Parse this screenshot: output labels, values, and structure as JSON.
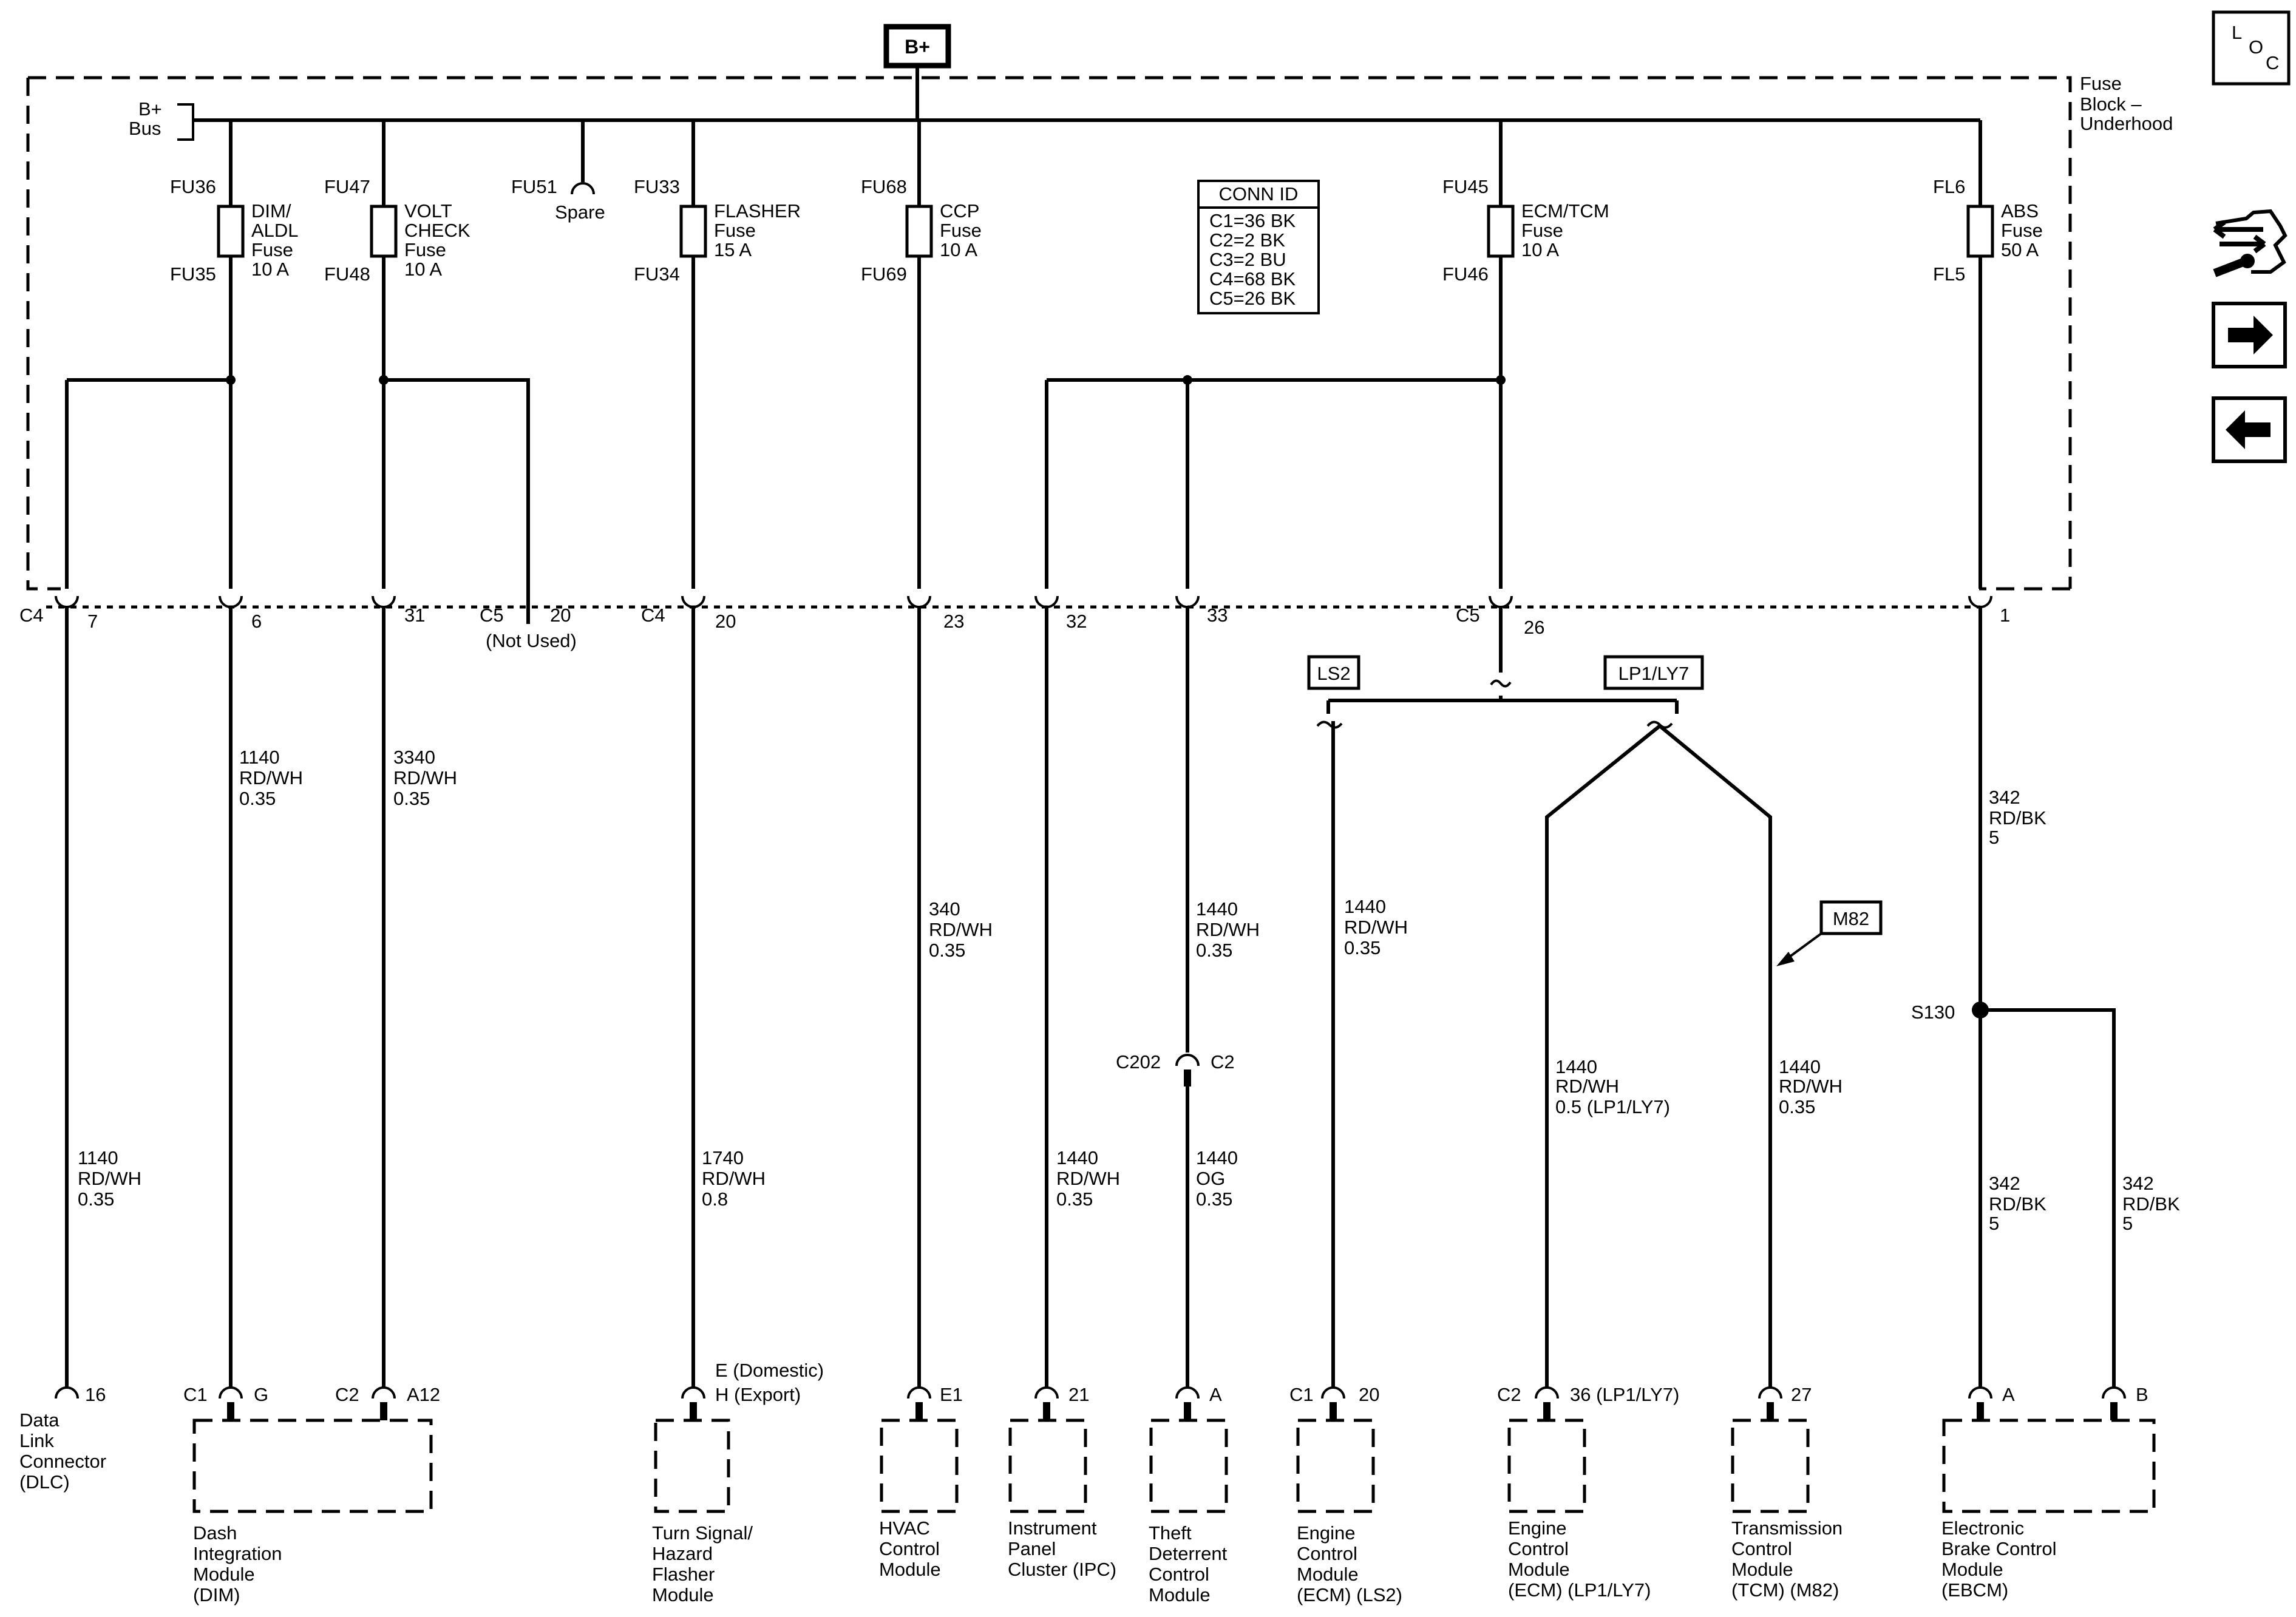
{
  "header": {
    "power_source": "B+"
  },
  "nav": {
    "loc_l": "L",
    "loc_o": "O",
    "loc_c": "C"
  },
  "fuse_block": {
    "name_line1": "Fuse",
    "name_line2": "Block –",
    "name_line3": "Underhood",
    "bus_line1": "B+",
    "bus_line2": "Bus"
  },
  "fuses": [
    {
      "top": "FU36",
      "bottom": "FU35",
      "name": [
        "DIM/",
        "ALDL",
        "Fuse",
        "10 A"
      ]
    },
    {
      "top": "FU47",
      "bottom": "FU48",
      "name": [
        "VOLT",
        "CHECK",
        "Fuse",
        "10 A"
      ]
    },
    {
      "top": "FU51",
      "name": [
        "Spare"
      ]
    },
    {
      "top": "FU33",
      "bottom": "FU34",
      "name": [
        "FLASHER",
        "Fuse",
        "15 A"
      ]
    },
    {
      "top": "FU68",
      "bottom": "FU69",
      "name": [
        "CCP",
        "Fuse",
        "10 A"
      ]
    },
    {
      "top": "FU45",
      "bottom": "FU46",
      "name": [
        "ECM/TCM",
        "Fuse",
        "10 A"
      ]
    },
    {
      "top": "FL6",
      "bottom": "FL5",
      "name": [
        "ABS",
        "Fuse",
        "50 A"
      ]
    }
  ],
  "conn_id": {
    "title": "CONN ID",
    "rows": [
      "C1=36 BK",
      "C2=2 BK",
      "C3=2 BU",
      "C4=68 BK",
      "C5=26 BK"
    ]
  },
  "block_pins": {
    "c4": "C4",
    "p7": "7",
    "p6": "6",
    "p31": "31",
    "c5": "C5",
    "p20a": "20",
    "not_used": "(Not Used)",
    "c4b": "C4",
    "p20b": "20",
    "p23": "23",
    "p32": "32",
    "p33": "33",
    "c5b": "C5",
    "p26": "26",
    "p1": "1"
  },
  "options": {
    "ls2": "LS2",
    "lp1": "LP1/LY7",
    "m82": "M82"
  },
  "wires": {
    "w_dlc": [
      "1140",
      "RD/WH",
      "0.35"
    ],
    "w_dim1": [
      "1140",
      "RD/WH",
      "0.35"
    ],
    "w_dim2": [
      "3340",
      "RD/WH",
      "0.35"
    ],
    "w_flasher": [
      "1740",
      "RD/WH",
      "0.8"
    ],
    "w_hvac": [
      "340",
      "RD/WH",
      "0.35"
    ],
    "w_ipc": [
      "1440",
      "RD/WH",
      "0.35"
    ],
    "w_theft_up": [
      "1440",
      "RD/WH",
      "0.35"
    ],
    "w_theft_low": [
      "1440",
      "OG",
      "0.35"
    ],
    "w_ecm_ls2": [
      "1440",
      "RD/WH",
      "0.35"
    ],
    "w_ecm_lp1": [
      "1440",
      "RD/WH",
      "0.5 (LP1/LY7)"
    ],
    "w_tcm": [
      "1440",
      "RD/WH",
      "0.35"
    ],
    "w_abs": [
      "342",
      "RD/BK",
      "5"
    ],
    "w_ebcm_a": [
      "342",
      "RD/BK",
      "5"
    ],
    "w_ebcm_b": [
      "342",
      "RD/BK",
      "5"
    ]
  },
  "inline": {
    "c202": "C202",
    "c2": "C2",
    "splice": "S130"
  },
  "component_pins": {
    "dlc": "16",
    "dim_c1": "C1",
    "dim_g": "G",
    "dim_c2": "C2",
    "dim_a12": "A12",
    "flasher_e": "E (Domestic)",
    "flasher_h": "H (Export)",
    "hvac": "E1",
    "ipc": "21",
    "theft": "A",
    "ecm_c1": "C1",
    "ecm_20": "20",
    "ecm2_c2": "C2",
    "ecm2_36": "36 (LP1/LY7)",
    "tcm": "27",
    "ebcm_a": "A",
    "ebcm_b": "B"
  },
  "components": {
    "dlc": [
      "Data",
      "Link",
      "Connector",
      "(DLC)"
    ],
    "dim": [
      "Dash",
      "Integration",
      "Module",
      "(DIM)"
    ],
    "flasher": [
      "Turn Signal/",
      "Hazard",
      "Flasher",
      "Module"
    ],
    "hvac": [
      "HVAC",
      "Control",
      "Module"
    ],
    "ipc": [
      "Instrument",
      "Panel",
      "Cluster (IPC)"
    ],
    "theft": [
      "Theft",
      "Deterrent",
      "Control",
      "Module"
    ],
    "ecm_ls2": [
      "Engine",
      "Control",
      "Module",
      "(ECM) (LS2)"
    ],
    "ecm_lp1": [
      "Engine",
      "Control",
      "Module",
      "(ECM) (LP1/LY7)"
    ],
    "tcm": [
      "Transmission",
      "Control",
      "Module",
      "(TCM) (M82)"
    ],
    "ebcm": [
      "Electronic",
      "Brake Control",
      "Module",
      "(EBCM)"
    ]
  }
}
